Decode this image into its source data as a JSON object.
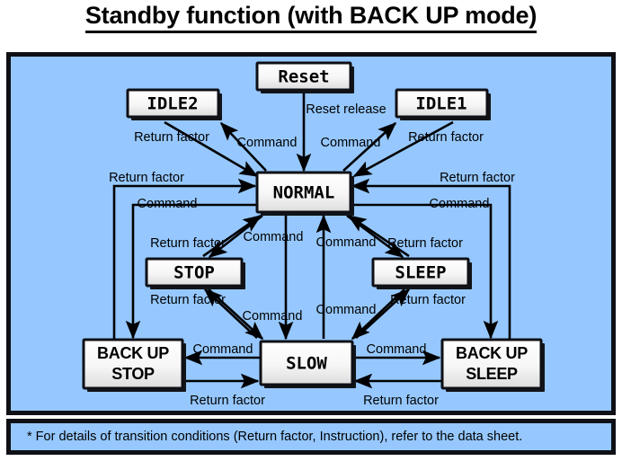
{
  "title": "Standby function (with BACK UP mode)",
  "footer": {
    "note": "* For details of transition conditions (Return factor, Instruction), refer to the data sheet."
  },
  "colors": {
    "panel_background": "#96c8ff",
    "panel_border": "#0e1016",
    "box_fill": "#f4f4f4",
    "box_border": "#0e1016",
    "edge": "#000000",
    "text": "#000000"
  },
  "diagram": {
    "type": "state-transition-diagram",
    "states": [
      {
        "id": "reset",
        "label": "Reset",
        "font": "mono"
      },
      {
        "id": "idle2",
        "label": "IDLE2",
        "font": "mono"
      },
      {
        "id": "idle1",
        "label": "IDLE1",
        "font": "mono"
      },
      {
        "id": "normal",
        "label": "NORMAL",
        "font": "mono"
      },
      {
        "id": "stop",
        "label": "STOP",
        "font": "mono"
      },
      {
        "id": "sleep",
        "label": "SLEEP",
        "font": "mono"
      },
      {
        "id": "backup_stop",
        "label": "BACK UP\nSTOP",
        "font": "sans"
      },
      {
        "id": "slow",
        "label": "SLOW",
        "font": "mono"
      },
      {
        "id": "backup_sleep",
        "label": "BACK UP\nSLEEP",
        "font": "sans"
      }
    ],
    "state_labels": {
      "reset": "Reset",
      "idle2": "IDLE2",
      "idle1": "IDLE1",
      "normal": "NORMAL",
      "stop": "STOP",
      "sleep": "SLEEP",
      "backup_stop_line1": "BACK UP",
      "backup_stop_line2": "STOP",
      "slow": "SLOW",
      "backup_sleep_line1": "BACK UP",
      "backup_sleep_line2": "SLEEP"
    },
    "transitions": [
      {
        "from": "reset",
        "to": "normal",
        "label": "Reset release"
      },
      {
        "from": "normal",
        "to": "idle2",
        "label": "Command"
      },
      {
        "from": "idle2",
        "to": "normal",
        "label": "Return factor"
      },
      {
        "from": "normal",
        "to": "idle1",
        "label": "Command"
      },
      {
        "from": "idle1",
        "to": "normal",
        "label": "Return factor"
      },
      {
        "from": "normal",
        "to": "stop",
        "label": "Command"
      },
      {
        "from": "stop",
        "to": "normal",
        "label": "Return factor"
      },
      {
        "from": "normal",
        "to": "sleep",
        "label": "Command"
      },
      {
        "from": "sleep",
        "to": "normal",
        "label": "Return factor"
      },
      {
        "from": "normal",
        "to": "slow",
        "label": "Command"
      },
      {
        "from": "slow",
        "to": "normal",
        "label": "Command"
      },
      {
        "from": "normal",
        "to": "backup_stop",
        "label": "Command"
      },
      {
        "from": "backup_stop",
        "to": "normal",
        "label": "Return factor"
      },
      {
        "from": "normal",
        "to": "backup_sleep",
        "label": "Command"
      },
      {
        "from": "backup_sleep",
        "to": "normal",
        "label": "Return factor"
      },
      {
        "from": "stop",
        "to": "slow",
        "label": "Command"
      },
      {
        "from": "slow",
        "to": "stop",
        "label": "Return factor"
      },
      {
        "from": "sleep",
        "to": "slow",
        "label": "Command"
      },
      {
        "from": "slow",
        "to": "sleep",
        "label": "Return factor"
      },
      {
        "from": "slow",
        "to": "backup_stop",
        "label": "Command"
      },
      {
        "from": "backup_stop",
        "to": "slow",
        "label": "Return factor"
      },
      {
        "from": "slow",
        "to": "backup_sleep",
        "label": "Command"
      },
      {
        "from": "backup_sleep",
        "to": "slow",
        "label": "Return factor"
      }
    ],
    "edge_label_text": {
      "reset_release": "Reset release",
      "command": "Command",
      "return_factor": "Return factor"
    }
  }
}
